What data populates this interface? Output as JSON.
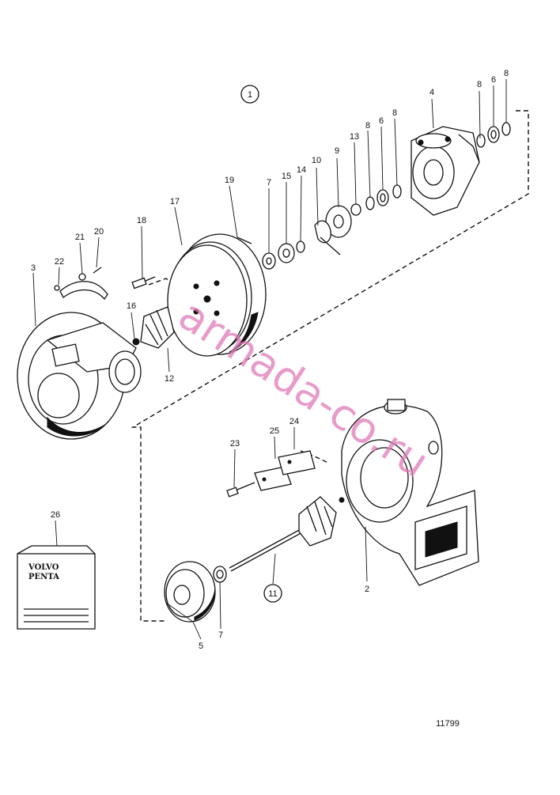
{
  "diagram": {
    "group_number": "1",
    "drawing_number": "11799",
    "watermark": "armada-co.ru",
    "manual_text": [
      "VOLVO",
      "PENTA"
    ],
    "callouts": [
      {
        "id": "c8a",
        "text": "8"
      },
      {
        "id": "c6a",
        "text": "6"
      },
      {
        "id": "c8b",
        "text": "8"
      },
      {
        "id": "c4",
        "text": "4"
      },
      {
        "id": "c8c",
        "text": "8"
      },
      {
        "id": "c6b",
        "text": "6"
      },
      {
        "id": "c8d",
        "text": "8"
      },
      {
        "id": "c13",
        "text": "13"
      },
      {
        "id": "c9",
        "text": "9"
      },
      {
        "id": "c10",
        "text": "10"
      },
      {
        "id": "c14",
        "text": "14"
      },
      {
        "id": "c15",
        "text": "15"
      },
      {
        "id": "c7a",
        "text": "7"
      },
      {
        "id": "c19",
        "text": "19"
      },
      {
        "id": "c17",
        "text": "17"
      },
      {
        "id": "c18",
        "text": "18"
      },
      {
        "id": "c20",
        "text": "20"
      },
      {
        "id": "c21",
        "text": "21"
      },
      {
        "id": "c22",
        "text": "22"
      },
      {
        "id": "c3",
        "text": "3"
      },
      {
        "id": "c16",
        "text": "16"
      },
      {
        "id": "c12",
        "text": "12"
      },
      {
        "id": "c23",
        "text": "23"
      },
      {
        "id": "c25",
        "text": "25"
      },
      {
        "id": "c24",
        "text": "24"
      },
      {
        "id": "c26",
        "text": "26"
      },
      {
        "id": "c2",
        "text": "2"
      },
      {
        "id": "c5",
        "text": "5"
      },
      {
        "id": "c7b",
        "text": "7"
      },
      {
        "id": "c11",
        "text": "11"
      }
    ]
  }
}
